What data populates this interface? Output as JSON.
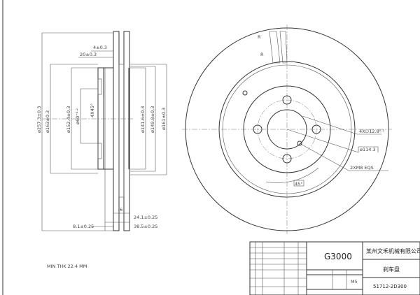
{
  "section_view": {
    "dims": {
      "d_outer": "ø257.3±0.3",
      "d_hat_outer": "ø163±0.3",
      "d_hat_inner": "ø152.4±0.3",
      "d_center_bore": "ø60⁺⁰·²",
      "chamfer": "4X45°",
      "d_1416": "ø141.6±0.3",
      "d_1498": "ø149.8±0.3",
      "d_161": "ø161±0.3",
      "thk_4": "4±0.3",
      "thk_20": "20±0.3",
      "w_241": "24.1±0.25",
      "w_385": "38.5±0.25",
      "w_81": "8.1±0.25",
      "vane": "6"
    },
    "min_thk": "MIN THK  22.4  MM"
  },
  "front_view": {
    "holes": "4X∅12.8⁰·²",
    "pcd": "ø114.3",
    "thread": "2XM8 EQS",
    "angle": "45°",
    "section_marks": [
      "R",
      "R"
    ]
  },
  "title_block": {
    "model": "G3000",
    "company": "某州文禾机械有限公司",
    "part_name": "刹车盘",
    "part_number": "51712-2D300",
    "scale": "M5"
  }
}
